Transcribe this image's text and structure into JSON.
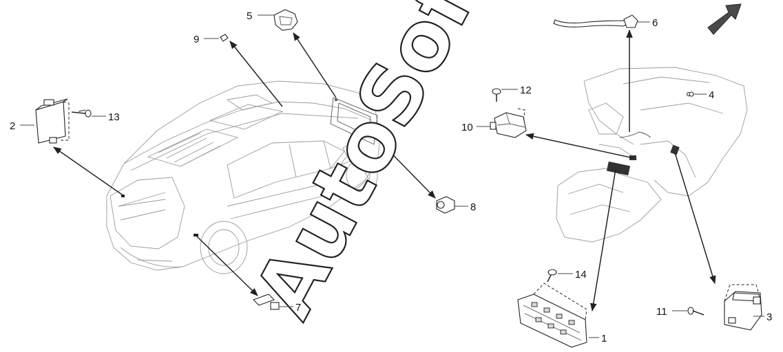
{
  "diagram": {
    "watermark": "AutoSoft",
    "callouts": {
      "c1": "1",
      "c2": "2",
      "c3": "3",
      "c4": "4",
      "c5": "5",
      "c6": "6",
      "c7": "7",
      "c8": "8",
      "c9": "9",
      "c10": "10",
      "c11": "11",
      "c12": "12",
      "c13": "13",
      "c14": "14"
    }
  }
}
